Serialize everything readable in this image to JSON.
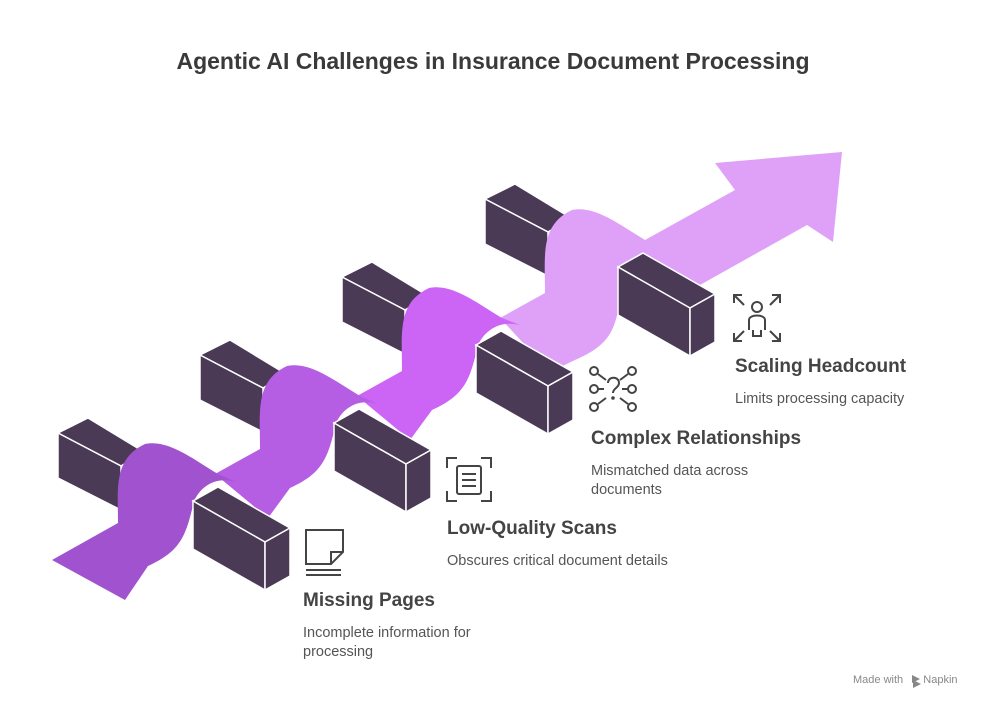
{
  "title": "Agentic AI Challenges in Insurance Document Processing",
  "items": [
    {
      "title": "Missing Pages",
      "description": "Incomplete information for processing",
      "icon": "missing-page-icon"
    },
    {
      "title": "Low-Quality Scans",
      "description": "Obscures critical document details",
      "icon": "document-scan-icon"
    },
    {
      "title": "Complex Relationships",
      "description": "Mismatched data across documents",
      "icon": "network-question-icon"
    },
    {
      "title": "Scaling Headcount",
      "description": "Limits processing capacity",
      "icon": "person-expand-icon"
    }
  ],
  "colors": {
    "ribbon_1": "#a153cf",
    "ribbon_2": "#b65ee3",
    "ribbon_3": "#cc65f6",
    "ribbon_4": "#dfa1f8",
    "block_face": "#4a3a55",
    "block_top": "#4a3a55",
    "text": "#444444"
  },
  "footer": {
    "made_with": "Made with",
    "brand": "Napkin"
  }
}
